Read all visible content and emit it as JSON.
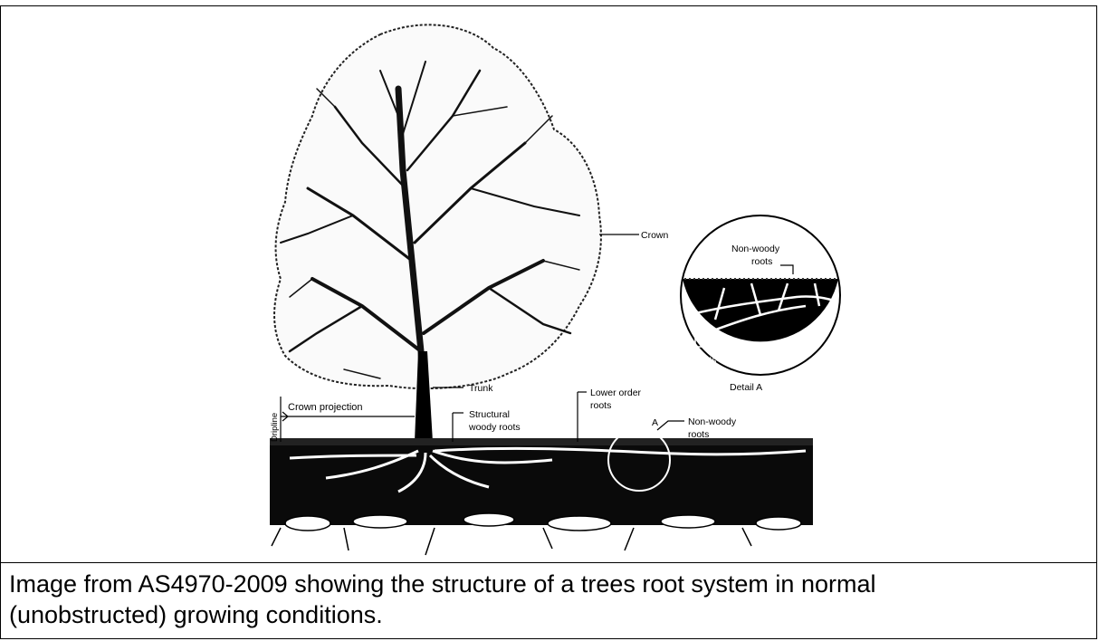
{
  "figure": {
    "labels": {
      "crown": "Crown",
      "trunk": "Trunk",
      "crown_projection": "Crown projection",
      "dripline": "Dripline",
      "structural_woody_roots_1": "Structural",
      "structural_woody_roots_2": "woody roots",
      "lower_order_roots_1": "Lower order",
      "lower_order_roots_2": "roots",
      "detail_marker": "A",
      "non_woody_roots_1": "Non-woody",
      "non_woody_roots_2": "roots",
      "detail_non_woody_1": "Non-woody",
      "detail_non_woody_2": "roots",
      "detail_lower_order_1": "Lower order",
      "detail_lower_order_2": "roots",
      "detail_caption": "Detail A"
    }
  },
  "caption": {
    "line1": "Image from AS4970-2009 showing the structure of a trees root system in normal",
    "line2": "(unobstructed) growing conditions."
  }
}
